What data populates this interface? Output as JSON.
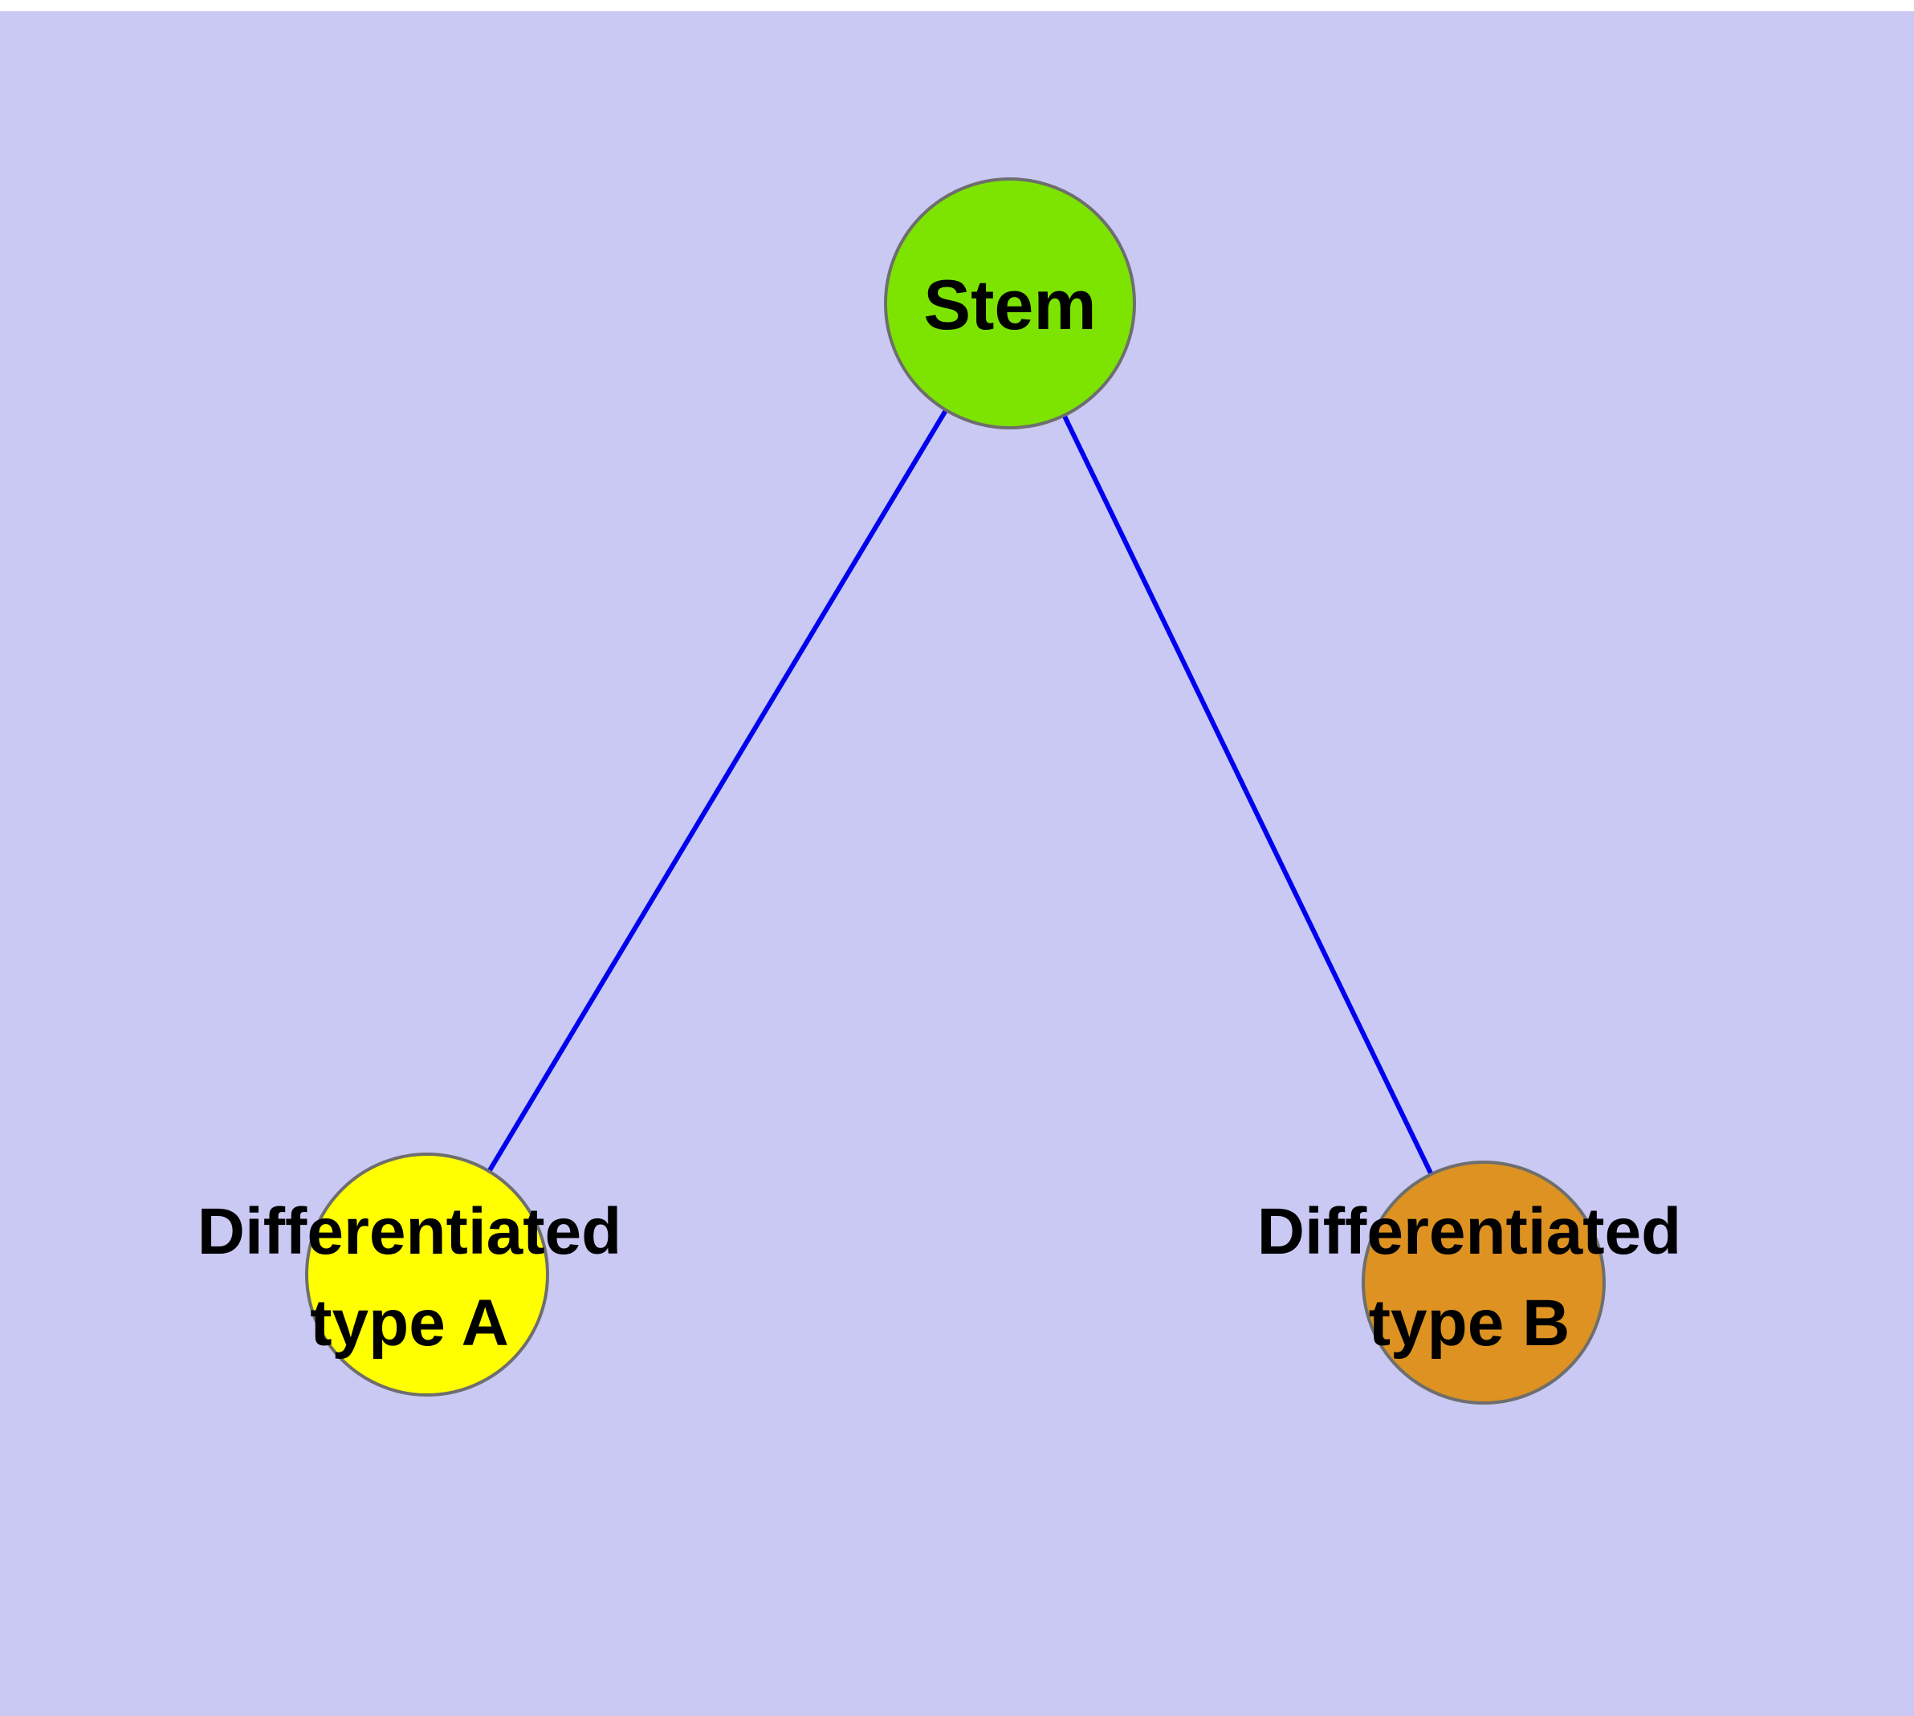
{
  "diagram": {
    "background_color": "#c9c9f3",
    "edge_color": "#0000ee",
    "nodes": {
      "stem": {
        "label": "Stem",
        "fill": "#7ce400"
      },
      "type_a": {
        "label_line1": "Differentiated",
        "label_line2": "type A",
        "fill": "#ffff00"
      },
      "type_b": {
        "label_line1": "Differentiated",
        "label_line2": "type B",
        "fill": "#dd9221"
      }
    }
  }
}
